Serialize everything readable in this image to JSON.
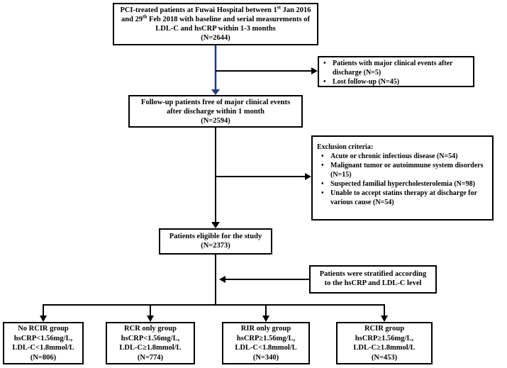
{
  "colors": {
    "background": "#ffffff",
    "box_border": "#000000",
    "text": "#000000",
    "flow_line": "#000000",
    "highlight_arrow": "#203A78"
  },
  "boxes": {
    "top": {
      "part1": "PCI-treated patients at Fuwai Hospital between 1",
      "sup1": "st",
      "part2": " Jan 2016 and 29",
      "sup2": "th",
      "part3": " Feb 2018 with baseline and serial measurements of LDL-C and hsCRP within 1-3 months",
      "n": "(N=2644)"
    },
    "events": {
      "items": [
        "Patients with major clinical events after discharge (N=5)",
        "Lost follow-up (N=45)"
      ]
    },
    "followup": {
      "line1": "Follow-up patients free of major clinical events",
      "line2": "after discharge within 1 month",
      "n": "(N=2594)"
    },
    "exclusion": {
      "title": "Exclusion criteria:",
      "items": [
        "Acute or chronic infectious disease (N=54)",
        "Malignant tumor or autoimmune system disorders (N=15)",
        "Suspected familial hypercholesterolemia (N=98)",
        "Unable to accept statins therapy at discharge for various cause (N=54)"
      ]
    },
    "eligible": {
      "line1": "Patients eligible for the study",
      "n": "(N=2373)"
    },
    "stratified": {
      "line1": "Patients were stratified according",
      "line2": "to the hsCRP and LDL-C level"
    },
    "groups": [
      {
        "name": "No RCIR group",
        "crp": "hsCRP<1.56mg/L,",
        "ldl": "LDL-C<1.8mmol/L",
        "n": "(N=806)"
      },
      {
        "name": "RCR only group",
        "crp": "hsCRP<1.56mg/L,",
        "ldl": "LDL-C≥1.8mmol/L",
        "n": "(N=774)"
      },
      {
        "name": "RIR only group",
        "crp": "hsCRP≥1.56mg/L,",
        "ldl": "LDL-C<1.8mmol/L",
        "n": "(N=340)"
      },
      {
        "name": "RCIR group",
        "crp": "hsCRP≥1.56mg/L,",
        "ldl": "LDL-C≥1.8mmol/L",
        "n": "(N=453)"
      }
    ]
  }
}
